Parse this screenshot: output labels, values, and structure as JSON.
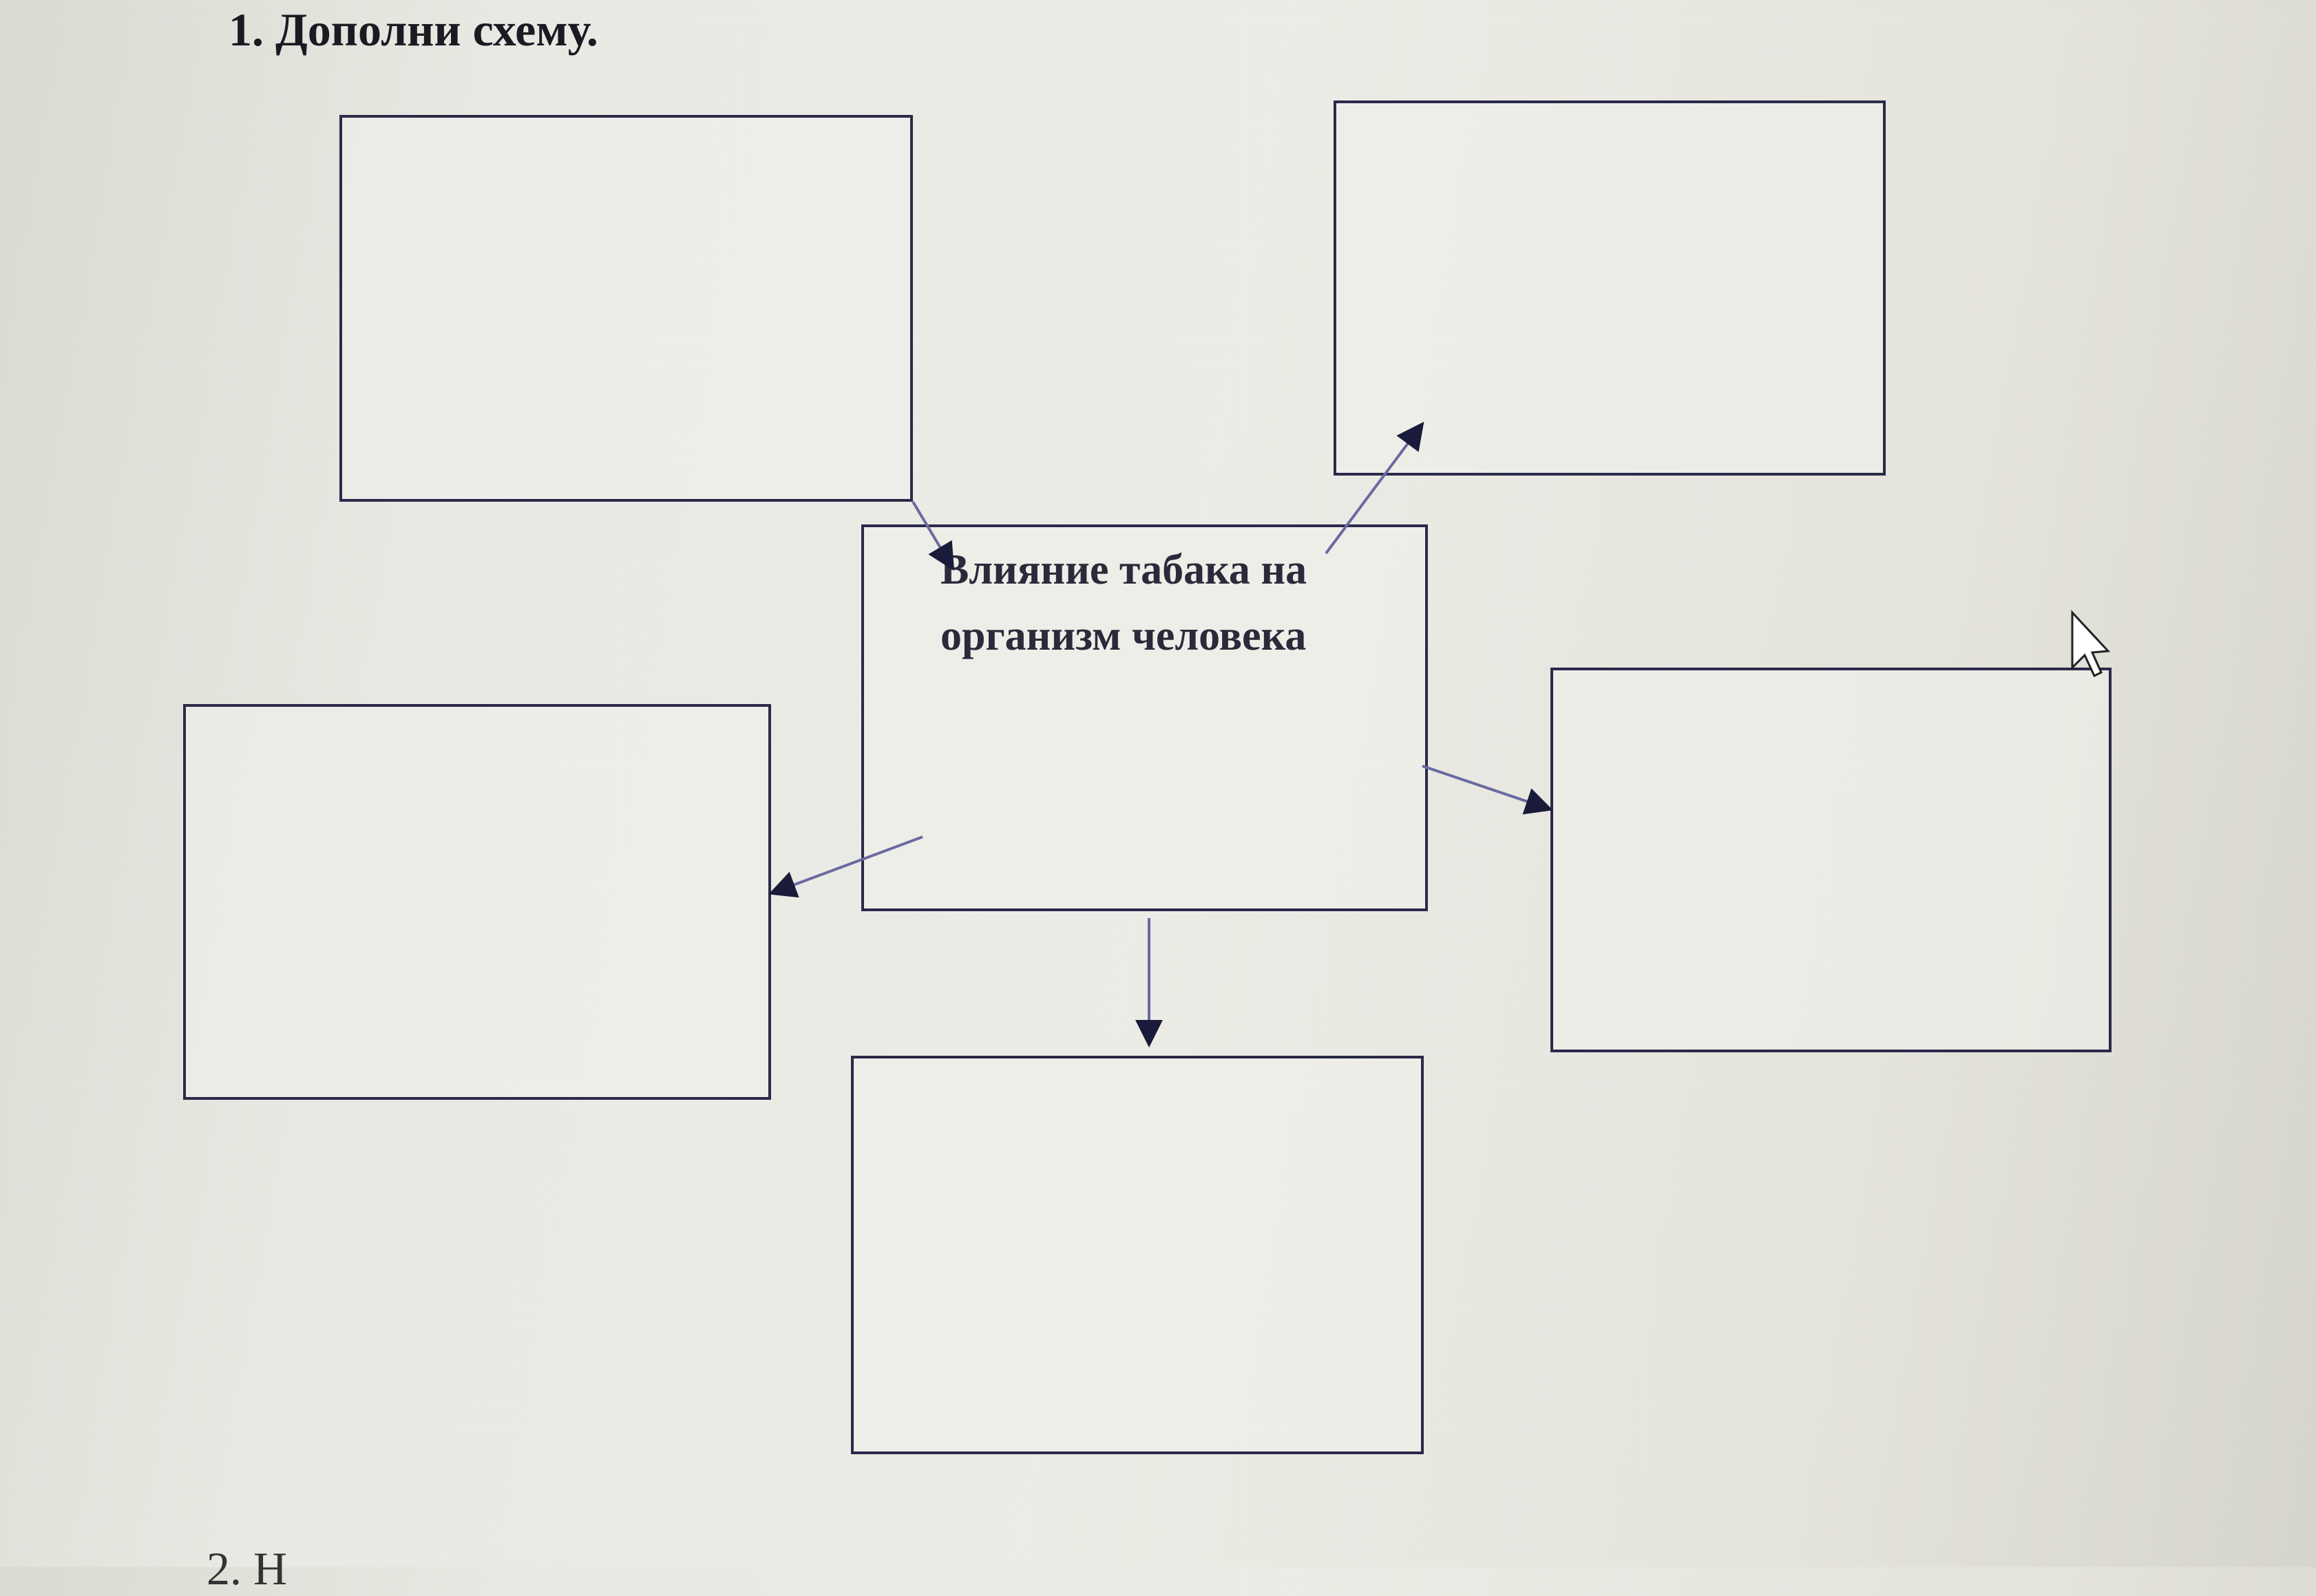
{
  "task_title": "1. Дополни схему.",
  "center_box": {
    "line1": "Влияние табака на",
    "line2": "организм человека"
  },
  "next_task_partial": "2. Н",
  "colors": {
    "border": "#2a2a4a",
    "arrow": "#4a4a8a"
  }
}
